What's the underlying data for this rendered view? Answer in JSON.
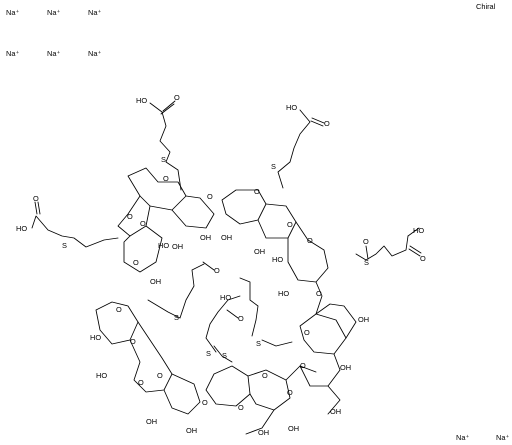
{
  "structure": {
    "chirality_label": "Chiral",
    "counter_ions": [
      "Na⁺",
      "Na⁺",
      "Na⁺",
      "Na⁺",
      "Na⁺",
      "Na⁺",
      "Na⁺",
      "Na⁺"
    ],
    "atom_labels": {
      "acid_oh": "HO",
      "hydroxyl": "OH",
      "hydroxyl_left": "HO",
      "ring_oxygen": "O",
      "carbonyl_oxygen": "O",
      "sulfur": "S"
    },
    "colors": {
      "ink": "#000000",
      "background": "#ffffff"
    }
  }
}
